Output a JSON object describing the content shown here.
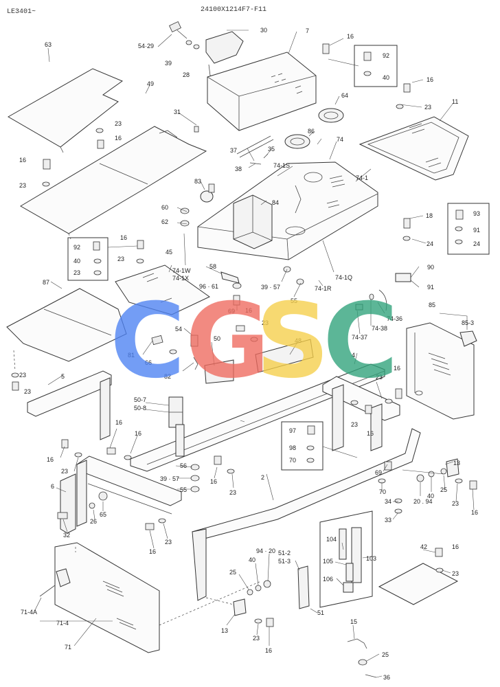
{
  "header": {
    "left_code": "LE3401~",
    "center_code": "24100X1214F7-F11"
  },
  "watermark": {
    "letters": [
      "C",
      "G",
      "S",
      "C"
    ],
    "colors": [
      "#4d82f3",
      "#ef6a5e",
      "#f6cf4a",
      "#2fa27a"
    ]
  },
  "callouts": [
    {
      "id": "c-54-29",
      "text": "54·29"
    },
    {
      "id": "c-30",
      "text": "30"
    },
    {
      "id": "c-7",
      "text": "7"
    },
    {
      "id": "c-16a",
      "text": "16"
    },
    {
      "id": "c-63",
      "text": "63"
    },
    {
      "id": "c-39a",
      "text": "39"
    },
    {
      "id": "c-28",
      "text": "28"
    },
    {
      "id": "c-92a",
      "text": "92"
    },
    {
      "id": "c-40a",
      "text": "40"
    },
    {
      "id": "c-16b",
      "text": "16"
    },
    {
      "id": "c-23a",
      "text": "23"
    },
    {
      "id": "c-64",
      "text": "64"
    },
    {
      "id": "c-11",
      "text": "11"
    },
    {
      "id": "c-49",
      "text": "49"
    },
    {
      "id": "c-31",
      "text": "31"
    },
    {
      "id": "c-86",
      "text": "86"
    },
    {
      "id": "c-74",
      "text": "74"
    },
    {
      "id": "c-23b",
      "text": "23"
    },
    {
      "id": "c-16c",
      "text": "16"
    },
    {
      "id": "c-37",
      "text": "37"
    },
    {
      "id": "c-35",
      "text": "35"
    },
    {
      "id": "c-38",
      "text": "38"
    },
    {
      "id": "c-74-1s",
      "text": "74-1S"
    },
    {
      "id": "c-74-1",
      "text": "74-1"
    },
    {
      "id": "c-16d",
      "text": "16"
    },
    {
      "id": "c-23c",
      "text": "23"
    },
    {
      "id": "c-83",
      "text": "83"
    },
    {
      "id": "c-84",
      "text": "84"
    },
    {
      "id": "c-60",
      "text": "60"
    },
    {
      "id": "c-62",
      "text": "62"
    },
    {
      "id": "c-18",
      "text": "18"
    },
    {
      "id": "c-93",
      "text": "93"
    },
    {
      "id": "c-91a",
      "text": "91"
    },
    {
      "id": "c-24a",
      "text": "24"
    },
    {
      "id": "c-24b",
      "text": "24"
    },
    {
      "id": "c-16e",
      "text": "16"
    },
    {
      "id": "c-92b",
      "text": "92"
    },
    {
      "id": "c-40b",
      "text": "40"
    },
    {
      "id": "c-23d",
      "text": "23"
    },
    {
      "id": "c-23e",
      "text": "23"
    },
    {
      "id": "c-45",
      "text": "45"
    },
    {
      "id": "c-74-1w",
      "text": "74-1W"
    },
    {
      "id": "c-74-1x",
      "text": "74-1X"
    },
    {
      "id": "c-58",
      "text": "58"
    },
    {
      "id": "c-96-61",
      "text": "96 · 61"
    },
    {
      "id": "c-39-57a",
      "text": "39 · 57"
    },
    {
      "id": "c-74-1q",
      "text": "74-1Q"
    },
    {
      "id": "c-74-1r",
      "text": "74-1R"
    },
    {
      "id": "c-55a",
      "text": "55"
    },
    {
      "id": "c-90",
      "text": "90"
    },
    {
      "id": "c-91b",
      "text": "91"
    },
    {
      "id": "c-87",
      "text": "87"
    },
    {
      "id": "c-69a",
      "text": "69"
    },
    {
      "id": "c-16f",
      "text": "16"
    },
    {
      "id": "c-23f",
      "text": "23"
    },
    {
      "id": "c-74-36",
      "text": "74-36"
    },
    {
      "id": "c-74-38",
      "text": "74-38"
    },
    {
      "id": "c-74-37",
      "text": "74-37"
    },
    {
      "id": "c-85",
      "text": "85"
    },
    {
      "id": "c-85-3",
      "text": "85-3"
    },
    {
      "id": "c-54",
      "text": "54"
    },
    {
      "id": "c-50",
      "text": "50"
    },
    {
      "id": "c-48",
      "text": "48"
    },
    {
      "id": "c-81",
      "text": "81"
    },
    {
      "id": "c-66",
      "text": "66"
    },
    {
      "id": "c-82",
      "text": "82"
    },
    {
      "id": "c-4",
      "text": "4"
    },
    {
      "id": "c-23g",
      "text": "23"
    },
    {
      "id": "c-16g",
      "text": "16"
    },
    {
      "id": "c-23h",
      "text": "23"
    },
    {
      "id": "c-16h",
      "text": "16"
    },
    {
      "id": "c-23i",
      "text": "23"
    },
    {
      "id": "c-5",
      "text": "5"
    },
    {
      "id": "c-50-7",
      "text": "50-7"
    },
    {
      "id": "c-50-8",
      "text": "50-8"
    },
    {
      "id": "c-23j",
      "text": "23"
    },
    {
      "id": "c-16i",
      "text": "16"
    },
    {
      "id": "c-97",
      "text": "97"
    },
    {
      "id": "c-98",
      "text": "98"
    },
    {
      "id": "c-70a",
      "text": "70"
    },
    {
      "id": "c-16j",
      "text": "16"
    },
    {
      "id": "c-23k",
      "text": "23"
    },
    {
      "id": "c-16k",
      "text": "16"
    },
    {
      "id": "c-23l",
      "text": "23"
    },
    {
      "id": "c-56",
      "text": "56"
    },
    {
      "id": "c-39-57b",
      "text": "39 · 57"
    },
    {
      "id": "c-55b",
      "text": "55"
    },
    {
      "id": "c-16l",
      "text": "16"
    },
    {
      "id": "c-23m",
      "text": "23"
    },
    {
      "id": "c-69b",
      "text": "69"
    },
    {
      "id": "c-13a",
      "text": "13"
    },
    {
      "id": "c-6",
      "text": "6"
    },
    {
      "id": "c-2",
      "text": "2"
    },
    {
      "id": "c-70b",
      "text": "70"
    },
    {
      "id": "c-25a",
      "text": "25"
    },
    {
      "id": "c-40c",
      "text": "40"
    },
    {
      "id": "c-20-94",
      "text": "20 . 94"
    },
    {
      "id": "c-23n",
      "text": "23"
    },
    {
      "id": "c-16m",
      "text": "16"
    },
    {
      "id": "c-65",
      "text": "65"
    },
    {
      "id": "c-26",
      "text": "26"
    },
    {
      "id": "c-32",
      "text": "32"
    },
    {
      "id": "c-34",
      "text": "34"
    },
    {
      "id": "c-33",
      "text": "33"
    },
    {
      "id": "c-16n",
      "text": "16"
    },
    {
      "id": "c-23o",
      "text": "23"
    },
    {
      "id": "c-104",
      "text": "104"
    },
    {
      "id": "c-42",
      "text": "42"
    },
    {
      "id": "c-16o",
      "text": "16"
    },
    {
      "id": "c-23p",
      "text": "23"
    },
    {
      "id": "c-94-20",
      "text": "94 · 20"
    },
    {
      "id": "c-51-2",
      "text": "51-2"
    },
    {
      "id": "c-51-3",
      "text": "51-3"
    },
    {
      "id": "c-40d",
      "text": "40"
    },
    {
      "id": "c-25b",
      "text": "25"
    },
    {
      "id": "c-105",
      "text": "105"
    },
    {
      "id": "c-103",
      "text": "103"
    },
    {
      "id": "c-106",
      "text": "106"
    },
    {
      "id": "c-71-4a",
      "text": "71-4A"
    },
    {
      "id": "c-71-4",
      "text": "71-4"
    },
    {
      "id": "c-51",
      "text": "51"
    },
    {
      "id": "c-13b",
      "text": "13"
    },
    {
      "id": "c-23q",
      "text": "23"
    },
    {
      "id": "c-16p",
      "text": "16"
    },
    {
      "id": "c-15",
      "text": "15"
    },
    {
      "id": "c-25c",
      "text": "25"
    },
    {
      "id": "c-71",
      "text": "71"
    },
    {
      "id": "c-36",
      "text": "36"
    }
  ]
}
